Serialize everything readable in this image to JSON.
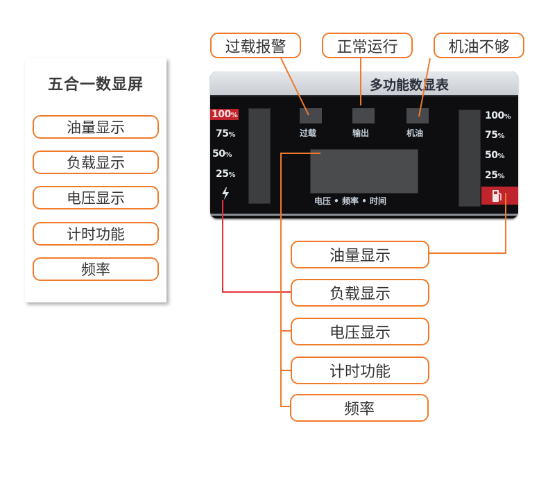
{
  "legend": {
    "title": "五合一数显屏",
    "items": [
      {
        "label": "油量显示"
      },
      {
        "label": "负载显示"
      },
      {
        "label": "电压显示"
      },
      {
        "label": "计时功能"
      },
      {
        "label": "频率"
      }
    ]
  },
  "top_callouts": [
    {
      "label": "过载报警"
    },
    {
      "label": "正常运行"
    },
    {
      "label": "机油不够"
    }
  ],
  "right_callouts": [
    {
      "label": "油量显示"
    },
    {
      "label": "负载显示"
    },
    {
      "label": "电压显示"
    },
    {
      "label": "计时功能"
    },
    {
      "label": "频率"
    }
  ],
  "display": {
    "title": "多功能数显表",
    "left_gauge": {
      "levels": [
        {
          "value": "100",
          "unit": "%"
        },
        {
          "value": "75",
          "unit": "%"
        },
        {
          "value": "50",
          "unit": "%"
        },
        {
          "value": "25",
          "unit": "%"
        }
      ],
      "icon": "lightning-icon"
    },
    "right_gauge": {
      "levels": [
        {
          "value": "100",
          "unit": "%"
        },
        {
          "value": "75",
          "unit": "%"
        },
        {
          "value": "50",
          "unit": "%"
        },
        {
          "value": "25",
          "unit": "%"
        }
      ],
      "icon": "fuel-pump-icon"
    },
    "indicators": [
      {
        "label": "过载"
      },
      {
        "label": "输出"
      },
      {
        "label": "机油"
      }
    ],
    "screen_label": "电压 • 频率 • 时间"
  },
  "colors": {
    "accent_orange": "#f07a2a",
    "line_red": "#e8303a",
    "display_bg": "#0e0e10",
    "highlight_red": "#c0242c"
  }
}
